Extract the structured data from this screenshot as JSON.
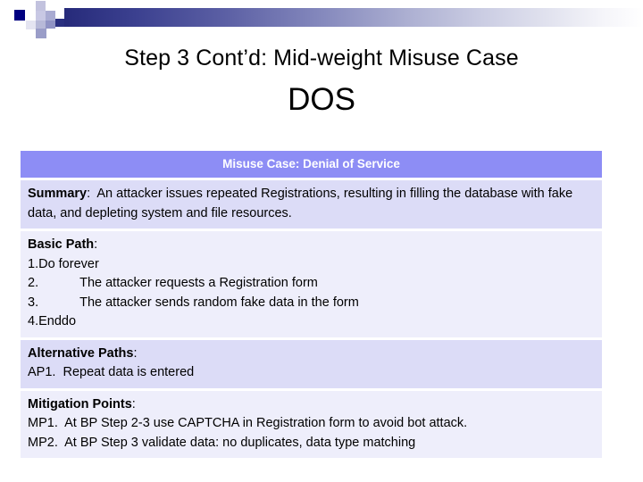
{
  "slide": {
    "title": "Step 3 Cont’d: Mid-weight Misuse Case",
    "subtitle": "DOS"
  },
  "decor": {
    "gradient_start": "#1b1f6e",
    "gradient_end": "#ffffff",
    "checker_colors": [
      "#000080",
      "#c8c8e6",
      "#9c9ccd",
      "#2a2f80",
      "#e6e6f2"
    ]
  },
  "table": {
    "header": "Misuse Case: Denial of Service",
    "header_bg": "#8d8df5",
    "header_text_color": "#ffffff",
    "row_tint_a": "#dcdcf7",
    "row_tint_b": "#eeeefb",
    "rows": [
      {
        "label": "Summary",
        "separator": ":",
        "lines": [
          "An attacker issues repeated Registrations, resulting in filling the database with fake data, and depleting system and file resources."
        ]
      },
      {
        "label": "Basic Path",
        "separator": ":",
        "steps": [
          {
            "num": "1.",
            "indent": false,
            "text": "Do forever"
          },
          {
            "num": "2.",
            "indent": true,
            "text": "The attacker requests a Registration form"
          },
          {
            "num": "3.",
            "indent": true,
            "text": "The attacker sends random fake data in the form"
          },
          {
            "num": "4.",
            "indent": false,
            "text": "Enddo"
          }
        ]
      },
      {
        "label": "Alternative Paths",
        "separator": ":",
        "lines": [
          "AP1.  Repeat data is entered"
        ]
      },
      {
        "label": "Mitigation Points",
        "separator": ":",
        "lines": [
          "MP1.  At BP Step 2-3 use CAPTCHA in Registration form to avoid bot attack.",
          "MP2.  At BP Step 3 validate data: no duplicates, data type matching"
        ]
      }
    ]
  }
}
